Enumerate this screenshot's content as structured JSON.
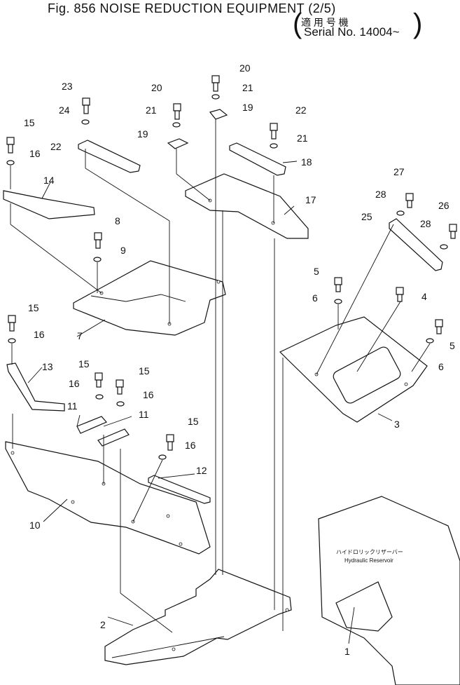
{
  "title": "Fig. 856 NOISE REDUCTION EQUIPMENT (2/5)",
  "applicability": "適 用 号 機",
  "serial": "Serial No. 14004~",
  "reservoir_label_jp": "ハイドロリックリザーバー",
  "reservoir_label_en": "Hydraulic Reservoir",
  "callouts": {
    "c1": "1",
    "c2": "2",
    "c3": "3",
    "c4": "4",
    "c5a": "5",
    "c5b": "5",
    "c6a": "6",
    "c6b": "6",
    "c7": "7",
    "c8": "8",
    "c9": "9",
    "c10": "10",
    "c11a": "11",
    "c11b": "11",
    "c12": "12",
    "c13": "13",
    "c14": "14",
    "c15a": "15",
    "c15b": "15",
    "c15c": "15",
    "c15d": "15",
    "c15e": "15",
    "c16a": "16",
    "c16b": "16",
    "c16c": "16",
    "c16d": "16",
    "c16e": "16",
    "c17": "17",
    "c18": "18",
    "c19a": "19",
    "c19b": "19",
    "c20a": "20",
    "c20b": "20",
    "c21a": "21",
    "c21b": "21",
    "c21c": "21",
    "c22a": "22",
    "c22b": "22",
    "c23": "23",
    "c24": "24",
    "c25": "25",
    "c26": "26",
    "c27": "27",
    "c28a": "28",
    "c28b": "28"
  }
}
